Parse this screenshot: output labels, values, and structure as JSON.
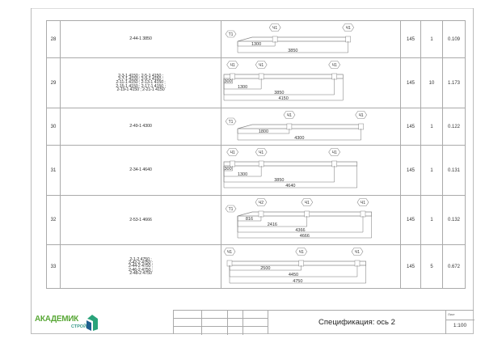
{
  "colors": {
    "logo_green": "#5aa838",
    "logo_teal": "#2aa37a",
    "logo_blue": "#1f5f8f",
    "line": "#aaaaaa"
  },
  "rows": [
    {
      "num": "28",
      "desc": [
        "2-44-1  3850"
      ],
      "drawing": {
        "start": "T1",
        "length": 3850,
        "markers": [
          {
            "label": "Ч1",
            "pos": 1300
          },
          {
            "label": "Ч1",
            "pos": 3850
          }
        ],
        "dims": [
          1300,
          3850
        ]
      },
      "c1": "145",
      "c2": "1",
      "c3": "0.109"
    },
    {
      "num": "29",
      "desc": [
        "2-3-1  4150 ;  2-5-1  4150 ;",
        "2-7-1  4150 ;  2-9-1  4150 ;",
        "2-11-1  4150 ;  2-13-1  4150 ;",
        "2-15-1  4150 ;  2-17-1  4150 ;",
        "2-19-1  4150 ;  2-21-1  4150"
      ],
      "drawing": {
        "start": "",
        "length": 4150,
        "markers": [
          {
            "label": "Ч1",
            "pos": 300
          },
          {
            "label": "Ч1",
            "pos": 1300
          },
          {
            "label": "Ч1",
            "pos": 3850
          }
        ],
        "dims": [
          300,
          1300,
          3850,
          4150
        ]
      },
      "c1": "145",
      "c2": "10",
      "c3": "1.173"
    },
    {
      "num": "30",
      "desc": [
        "2-49-1  4300"
      ],
      "drawing": {
        "start": "T1",
        "length": 4300,
        "markers": [
          {
            "label": "Ч1",
            "pos": 1800
          },
          {
            "label": "Ч1",
            "pos": 4300
          }
        ],
        "dims": [
          1800,
          4300
        ]
      },
      "c1": "145",
      "c2": "1",
      "c3": "0.122"
    },
    {
      "num": "31",
      "desc": [
        "2-34-1  4640"
      ],
      "drawing": {
        "start": "",
        "length": 4640,
        "markers": [
          {
            "label": "Ч1",
            "pos": 300
          },
          {
            "label": "Ч1",
            "pos": 1300
          },
          {
            "label": "Ч1",
            "pos": 3850
          }
        ],
        "dims": [
          300,
          1300,
          3850,
          4640
        ]
      },
      "c1": "145",
      "c2": "1",
      "c3": "0.131"
    },
    {
      "num": "32",
      "desc": [
        "2-53-1  4666"
      ],
      "drawing": {
        "start": "T1",
        "length": 4666,
        "markers": [
          {
            "label": "Ч2",
            "pos": 816
          },
          {
            "label": "Ч1",
            "pos": 2416
          },
          {
            "label": "Ч1",
            "pos": 4366
          }
        ],
        "dims": [
          816,
          2416,
          4366,
          4666
        ]
      },
      "c1": "145",
      "c2": "1",
      "c3": "0.132"
    },
    {
      "num": "33",
      "desc": [
        "2-1-2  4750 ;",
        "2-42-2  4750 ;",
        "2-44-2  4750 ;",
        "2-46-2  4750 ;",
        "2-48-2  4750"
      ],
      "drawing": {
        "start": "",
        "length": 4750,
        "markers": [
          {
            "label": "Ч1",
            "pos": 0
          },
          {
            "label": "Ч1",
            "pos": 2500
          },
          {
            "label": "Ч1",
            "pos": 4450
          }
        ],
        "dims": [
          2500,
          4450,
          4750
        ]
      },
      "c1": "145",
      "c2": "5",
      "c3": "0.672"
    }
  ],
  "title_block": {
    "title": "Спецификация: ось 2",
    "sheet_label": "Лист",
    "scale": "1:100"
  },
  "logo": {
    "name": "АКАДЕМИК",
    "sub": "СТРОЙ"
  }
}
